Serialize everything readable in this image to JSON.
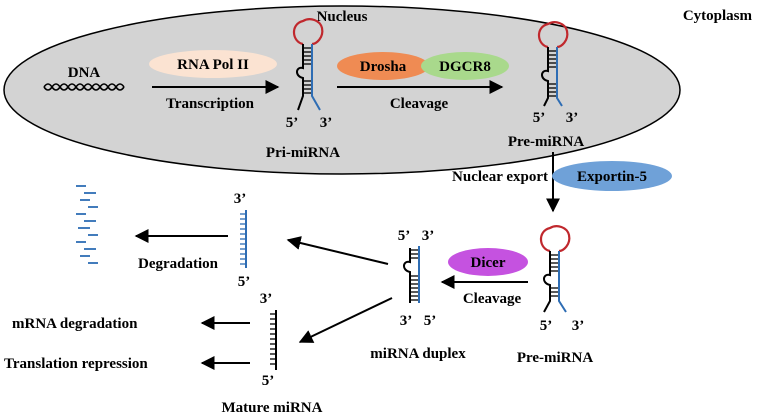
{
  "regions": {
    "nucleus": "Nucleus",
    "cytoplasm": "Cytoplasm"
  },
  "molecules": {
    "dna": "DNA",
    "pri_mirna": "Pri-miRNA",
    "pre_mirna_nucleus": "Pre-miRNA",
    "pre_mirna_cytoplasm": "Pre-miRNA",
    "mirna_duplex": "miRNA duplex",
    "mature_mirna": "Mature miRNA"
  },
  "enzymes": {
    "rna_pol": "RNA Pol II",
    "drosha": "Drosha",
    "dgcr8": "DGCR8",
    "exportin": "Exportin-5",
    "dicer": "Dicer"
  },
  "steps": {
    "transcription": "Transcription",
    "cleavage_nucleus": "Cleavage",
    "nuclear_export": "Nuclear export",
    "cleavage_cytoplasm": "Cleavage",
    "degradation": "Degradation",
    "mrna_degradation": "mRNA degradation",
    "translation_repression": "Translation repression"
  },
  "ends": {
    "five_prime": "5’",
    "three_prime": "3’"
  },
  "colors": {
    "nucleus_fill": "#d3d3d3",
    "loop": "#c0282d",
    "guide_strand": "#2e6db4",
    "passenger_strand": "#000000",
    "rna_pol_fill": "#fbe3d2",
    "drosha_fill": "#ef8b53",
    "dgcr8_fill": "#a9d98c",
    "exportin_fill": "#6fa1d8",
    "dicer_fill": "#c552e0"
  }
}
